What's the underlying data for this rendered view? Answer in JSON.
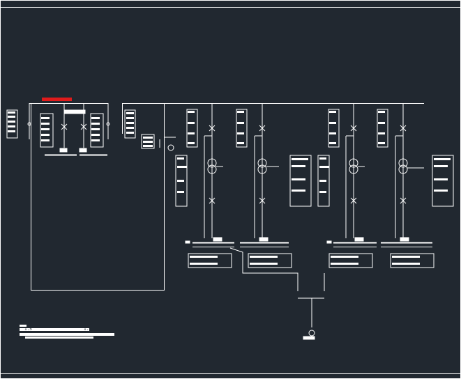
{
  "drawing": {
    "background_color": "#212830",
    "line_color": "#ffffff",
    "highlight_color": "#e01b1b"
  },
  "notes": {
    "label_1": "1.5",
    "label_2": "1.5"
  },
  "icons": {
    "transformer": "transformer-symbol",
    "breaker": "circuit-breaker-symbol",
    "generator": "generator-symbol"
  }
}
